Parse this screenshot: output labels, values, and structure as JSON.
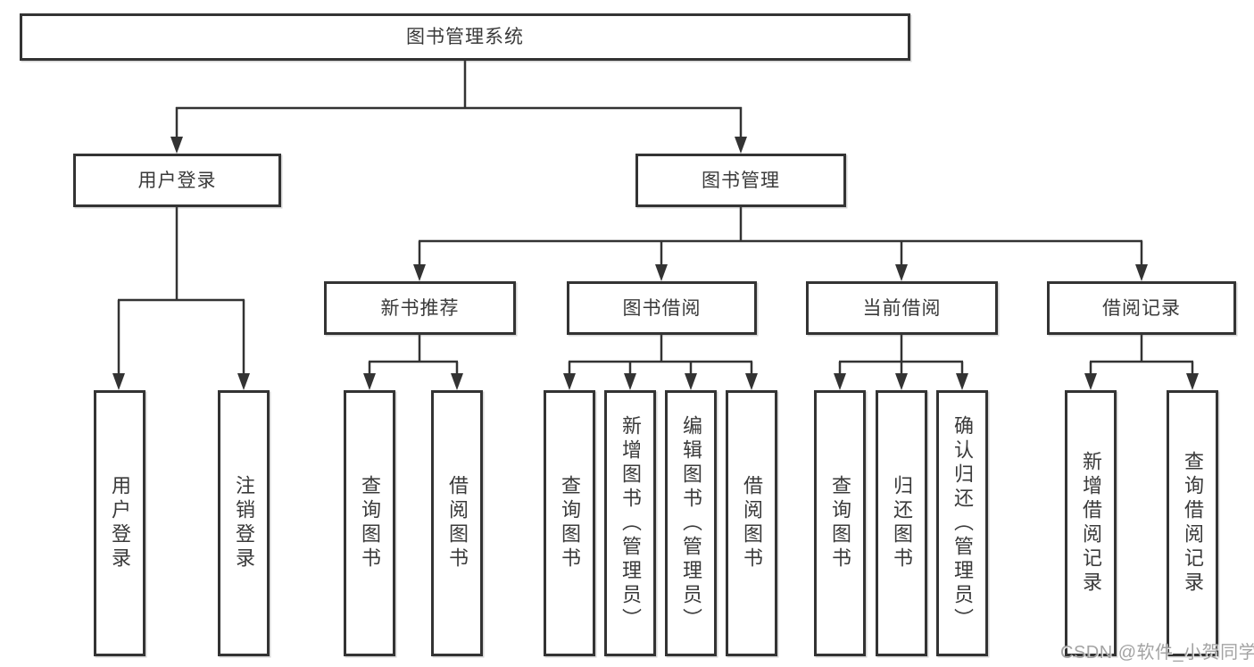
{
  "tree": {
    "root": {
      "label": "图书管理系统",
      "children": [
        {
          "label": "用户登录",
          "children": [
            {
              "label": "用户登录"
            },
            {
              "label": "注销登录"
            }
          ]
        },
        {
          "label": "图书管理",
          "children": [
            {
              "label": "新书推荐",
              "children": [
                {
                  "label": "查询图书"
                },
                {
                  "label": "借阅图书"
                }
              ]
            },
            {
              "label": "图书借阅",
              "children": [
                {
                  "label": "查询图书"
                },
                {
                  "label": "新增图书（管理员）"
                },
                {
                  "label": "编辑图书（管理员）"
                },
                {
                  "label": "借阅图书"
                }
              ]
            },
            {
              "label": "当前借阅",
              "children": [
                {
                  "label": "查询图书"
                },
                {
                  "label": "归还图书"
                },
                {
                  "label": "确认归还（管理员）"
                }
              ]
            },
            {
              "label": "借阅记录",
              "children": [
                {
                  "label": "新增借阅记录"
                },
                {
                  "label": "查询借阅记录"
                }
              ]
            }
          ]
        }
      ]
    }
  },
  "colors": {
    "line": "#333333",
    "text": "#3a3a3a",
    "watermark": "#9e9e9e"
  },
  "watermark": "CSDN @软件_小贺同学"
}
